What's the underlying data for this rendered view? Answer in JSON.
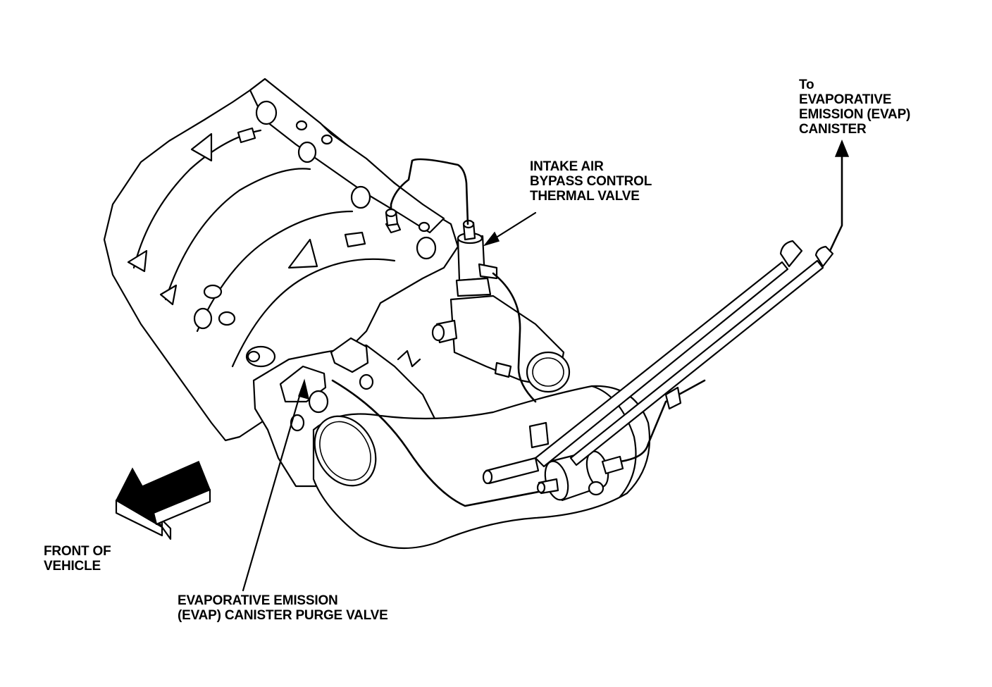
{
  "labels": {
    "canister": [
      "To",
      "EVAPORATIVE",
      "EMISSION (EVAP)",
      "CANISTER"
    ],
    "thermal_valve": [
      "INTAKE AIR",
      "BYPASS CONTROL",
      "THERMAL VALVE"
    ],
    "front": [
      "FRONT OF",
      "VEHICLE"
    ],
    "purge_valve": [
      "EVAPORATIVE EMISSION",
      "(EVAP) CANISTER PURGE VALVE"
    ]
  },
  "colors": {
    "line": "#000000",
    "background": "#ffffff"
  },
  "icons": [
    "front-direction-arrow-icon",
    "pointer-arrow-icon"
  ]
}
